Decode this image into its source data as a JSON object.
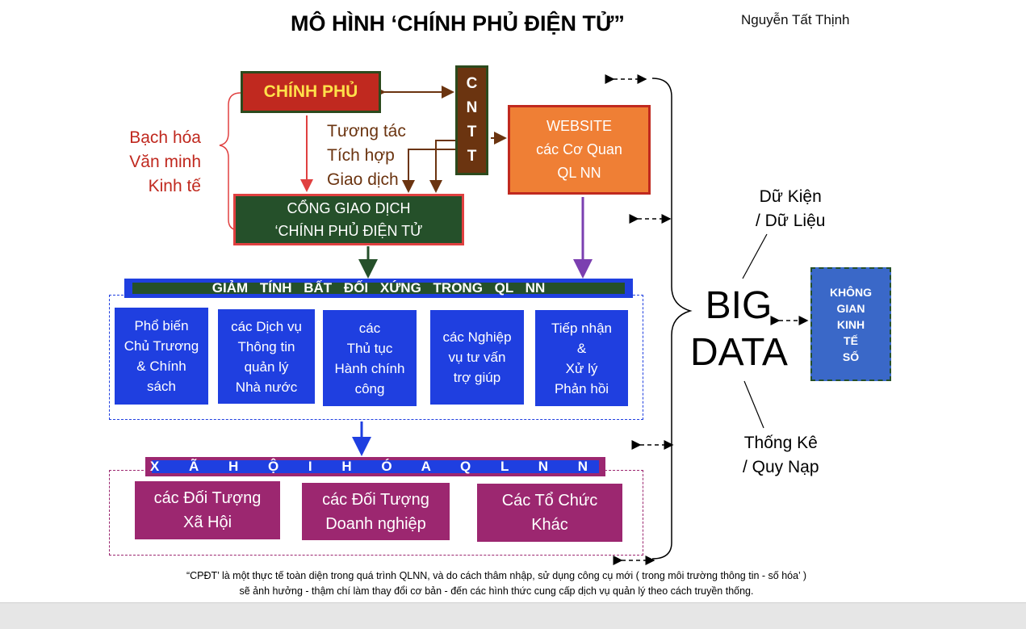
{
  "title": "MÔ HÌNH ‘CHÍNH PHỦ ĐIỆN TỬ”",
  "author": "Nguyễn  Tất  Thịnh",
  "chinh_phu": "CHÍNH PHỦ",
  "cntt": [
    "C",
    "N",
    "T",
    "T"
  ],
  "website": [
    "WEBSITE",
    "các Cơ Quan",
    "QL NN"
  ],
  "cong_giao_dich": [
    "CỔNG  GIAO  DỊCH",
    "‘CHÍNH PHỦ ĐIỆN TỬ"
  ],
  "left_labels": [
    "Bạch hóa",
    "Văn  minh",
    "Kinh  tế"
  ],
  "center_labels": [
    "Tương tác",
    "Tích hợp",
    "Giao dịch"
  ],
  "bar_giam": "GIẢM   TÍNH   BẤT   ĐỐI  XỨNG  TRONG   QL  NN",
  "services": [
    [
      "Phổ biến",
      "Chủ Trương",
      "& Chính",
      "sách"
    ],
    [
      "các Dịch vụ",
      "Thông tin",
      "quản lý",
      "Nhà nước"
    ],
    [
      "các",
      "Thủ tục",
      "Hành chính",
      "công"
    ],
    [
      "các Nghiệp",
      "vụ tư vấn",
      "trợ giúp"
    ],
    [
      "Tiếp nhận",
      "&",
      "Xử lý",
      "Phản  hồi"
    ]
  ],
  "bar_xahoi": "X Ã  H Ộ I  H Ó A  Q L N N",
  "targets": [
    [
      "các Đối Tượng",
      "Xã Hội"
    ],
    [
      "các Đối Tượng",
      "Doanh nghiệp"
    ],
    [
      "Các Tổ Chức",
      "Khác"
    ]
  ],
  "big_data": [
    "BIG",
    "DATA"
  ],
  "du_kien": [
    "Dữ Kiện",
    "/ Dữ Liệu"
  ],
  "thong_ke": [
    "Thống Kê",
    "/ Quy Nạp"
  ],
  "khong_gian": [
    "KHÔNG",
    "GIAN",
    "KINH",
    "TẾ",
    "SỐ"
  ],
  "footnote": [
    "“CPĐT’ là một thực tế  toàn diện  trong quá trình QLNN, và do cách thâm nhập, sử dụng công cụ mới ( trong môi trường thông tin  - số hóa’ )",
    "sẽ ảnh hưởng - thậm chí làm thay đổi cơ bản - đến các hình thức cung cấp dịch vụ  quản lý theo cách truyền thống."
  ],
  "colors": {
    "red": "#c0291f",
    "green": "#25502a",
    "brown": "#6b3410",
    "orange": "#ef7f35",
    "blue": "#1f3fe0",
    "magenta": "#9c2770",
    "yellow": "#ffe14a"
  }
}
